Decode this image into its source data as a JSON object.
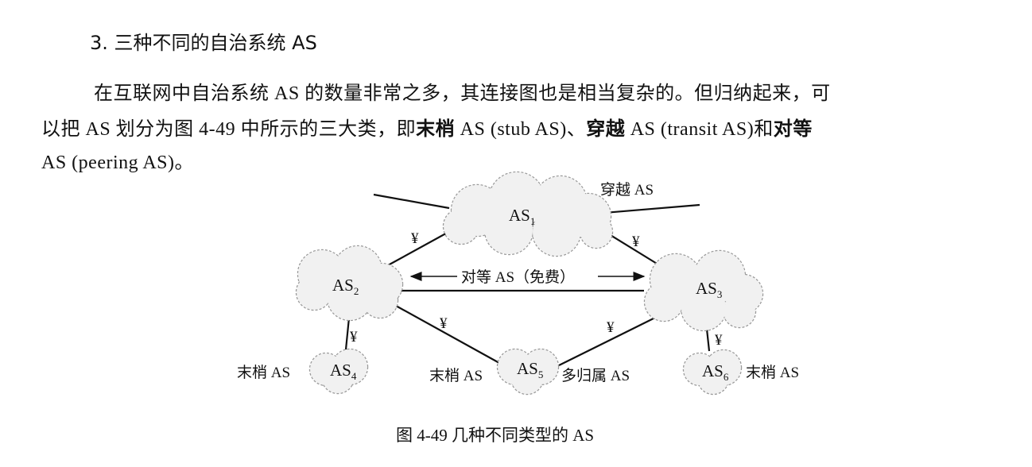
{
  "section_title": "3. 三种不同的自治系统 AS",
  "paragraph": {
    "line1": "在互联网中自治系统 AS 的数量非常之多，其连接图也是相当复杂的。但归纳起来，可",
    "line2_a": "以把 AS 划分为图 4-49 中所示的三大类，即",
    "term_stub": "末梢",
    "line2_b": " AS (stub AS)、",
    "term_transit": "穿越",
    "line2_c": " AS (transit AS)和",
    "term_peering": "对等",
    "line3": "AS (peering AS)。"
  },
  "figure": {
    "clouds": {
      "as1": "AS",
      "as1_sub": "1",
      "as2": "AS",
      "as2_sub": "2",
      "as3": "AS",
      "as3_sub": "3",
      "as4": "AS",
      "as4_sub": "4",
      "as5": "AS",
      "as5_sub": "5",
      "as6": "AS",
      "as6_sub": "6"
    },
    "labels": {
      "transit": "穿越 AS",
      "peering": "对等 AS（免费）",
      "stub_as4": "末梢 AS",
      "stub_as5": "末梢 AS",
      "multihomed": "多归属 AS",
      "stub_as6": "末梢 AS"
    },
    "payment_symbol": "¥",
    "caption": "图 4-49    几种不同类型的 AS"
  }
}
